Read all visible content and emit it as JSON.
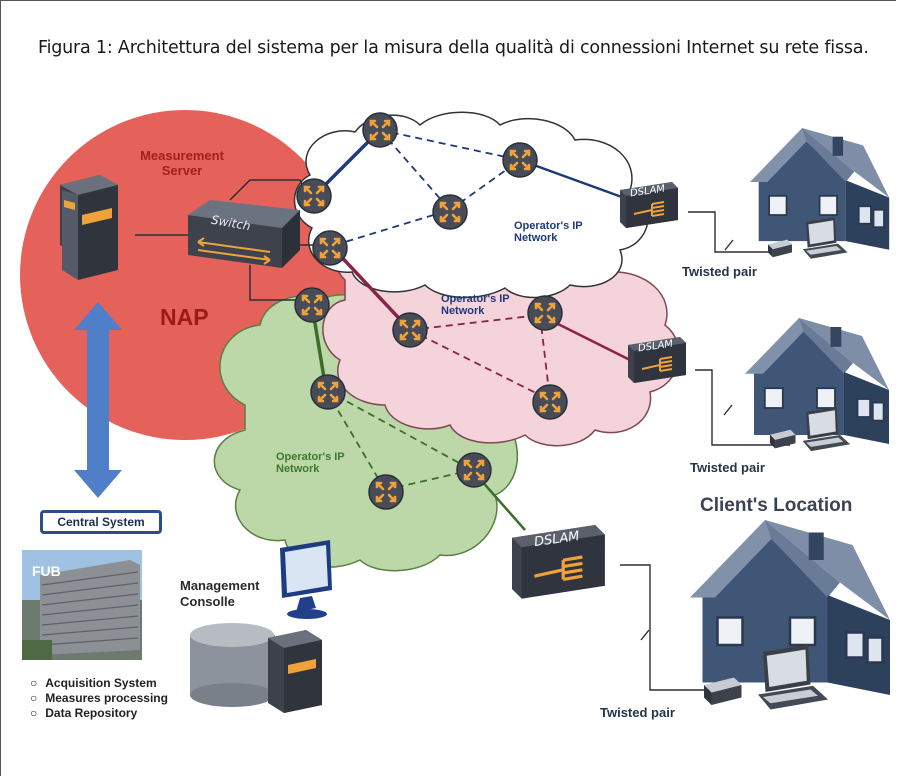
{
  "caption": "Figura 1: Architettura del sistema per la misura della qualità di connessioni Internet su rete fissa.",
  "nap": {
    "server_label": "Measurement Server",
    "label": "NAP",
    "switch_label": "Switch"
  },
  "networks": [
    {
      "label": "Operator's IP Network",
      "color": "#ffffff"
    },
    {
      "label": "Operator's IP Network",
      "color": "#f6d5dc"
    },
    {
      "label": "Operator's IP Network",
      "color": "#b9d6a6"
    }
  ],
  "dslam_label": "DSLAM",
  "twisted_pair": [
    "Twisted pair",
    "Twisted pair",
    "Twisted pair"
  ],
  "client_location": "Client's Location",
  "central_system": {
    "title": "Central System",
    "site": "FUB",
    "console": "Management Consolle",
    "functions": [
      "Acquisition System",
      "Measures processing",
      "Data Repository"
    ]
  },
  "colors": {
    "nap": "#e5625a",
    "house": "#3f5676",
    "roof": "#7e8ea6",
    "arrow": "#4e7fc8",
    "router": "#4a4f5c",
    "router_mark": "#f0a23a"
  }
}
